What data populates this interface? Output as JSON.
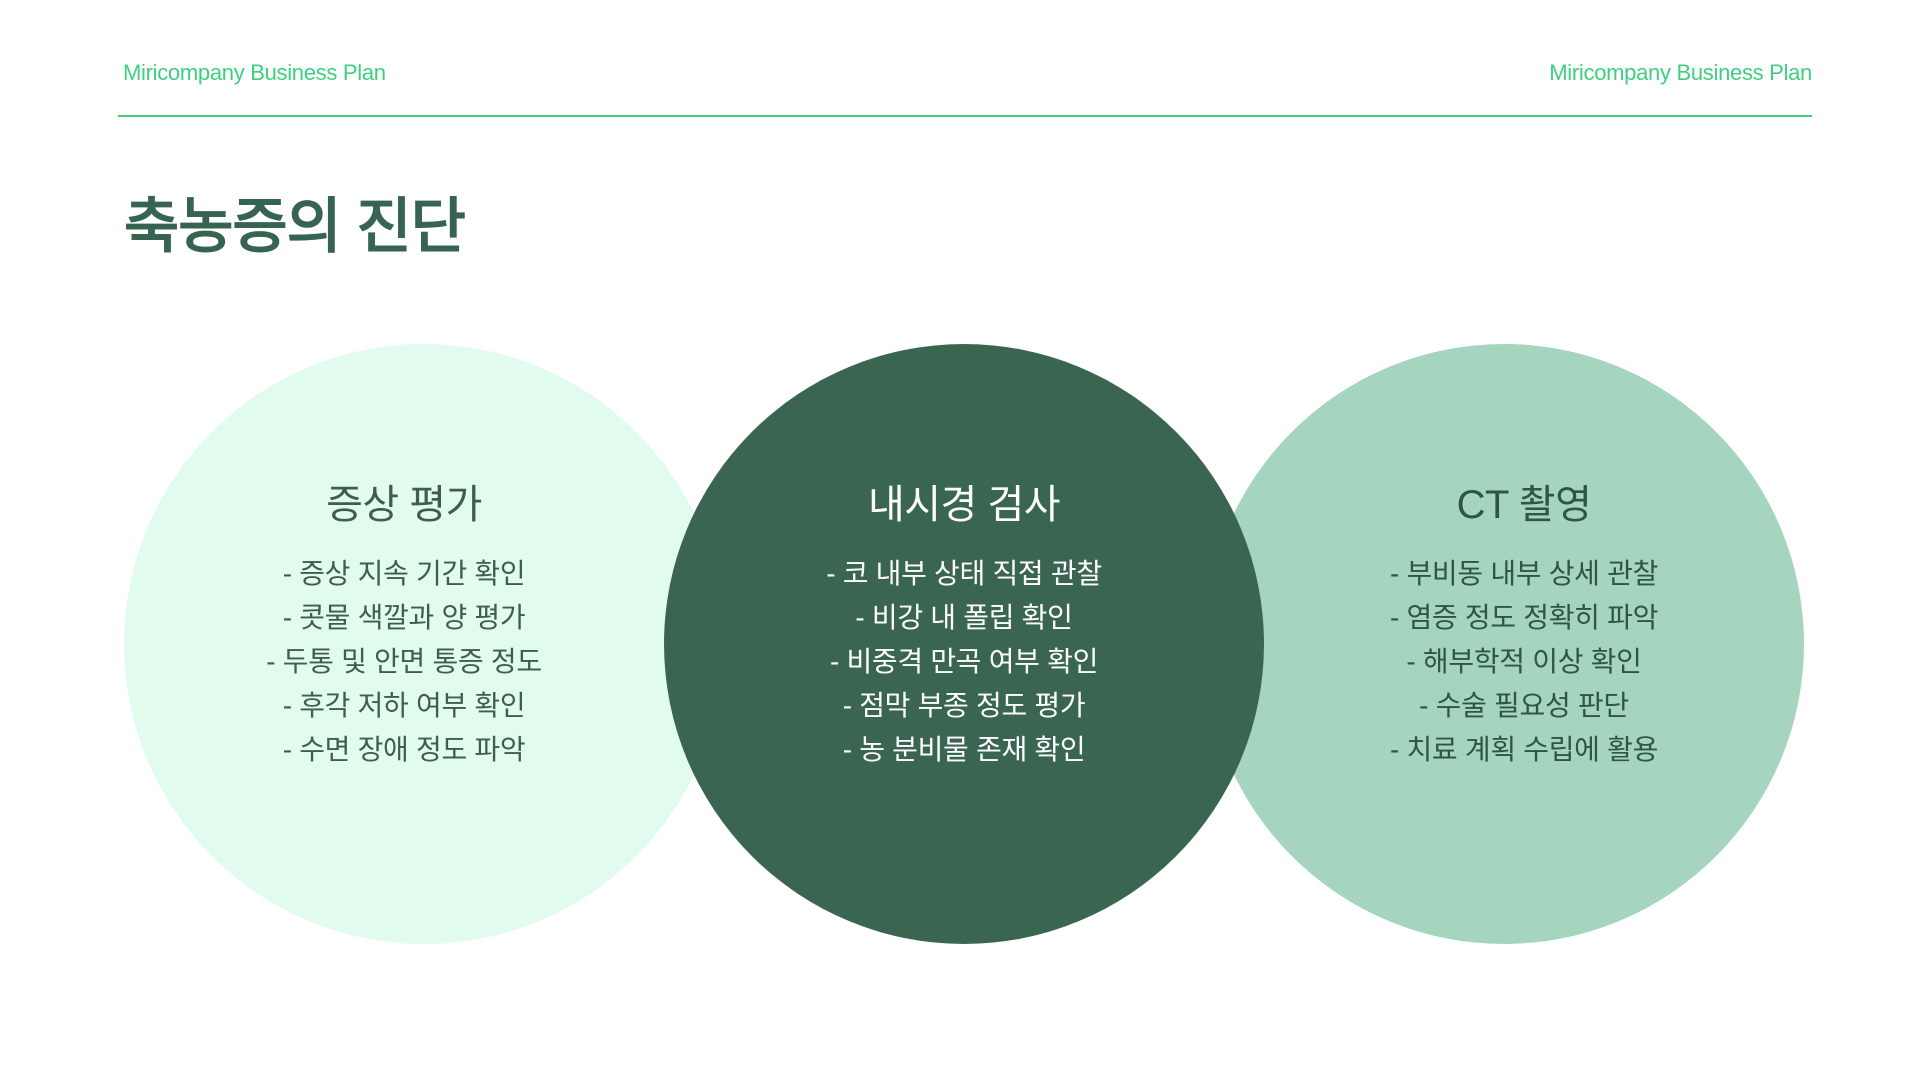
{
  "header": {
    "left_text": "Miricompany Business Plan",
    "right_text": "Miricompany Business Plan",
    "accent_color": "#3ecf7f"
  },
  "title": "축농증의 진단",
  "circles": [
    {
      "heading": "증상 평가",
      "color": "#e2fbef",
      "items": [
        "- 증상 지속 기간 확인",
        "- 콧물 색깔과 양 평가",
        "- 두통 및 안면 통증 정도",
        "- 후각 저하 여부 확인",
        "- 수면 장애 정도 파악"
      ]
    },
    {
      "heading": "내시경 검사",
      "color": "#3a6651",
      "items": [
        "- 코 내부 상태 직접 관찰",
        "- 비강 내 폴립 확인",
        "- 비중격 만곡 여부 확인",
        "- 점막 부종 정도 평가",
        "- 농 분비물 존재 확인"
      ]
    },
    {
      "heading": "CT 촬영",
      "color": "#a5d5be",
      "items": [
        "- 부비동 내부 상세 관찰",
        "- 염증 정도 정확히 파악",
        "- 해부학적 이상 확인",
        "- 수술 필요성 판단",
        "- 치료 계획 수립에 활용"
      ]
    }
  ]
}
